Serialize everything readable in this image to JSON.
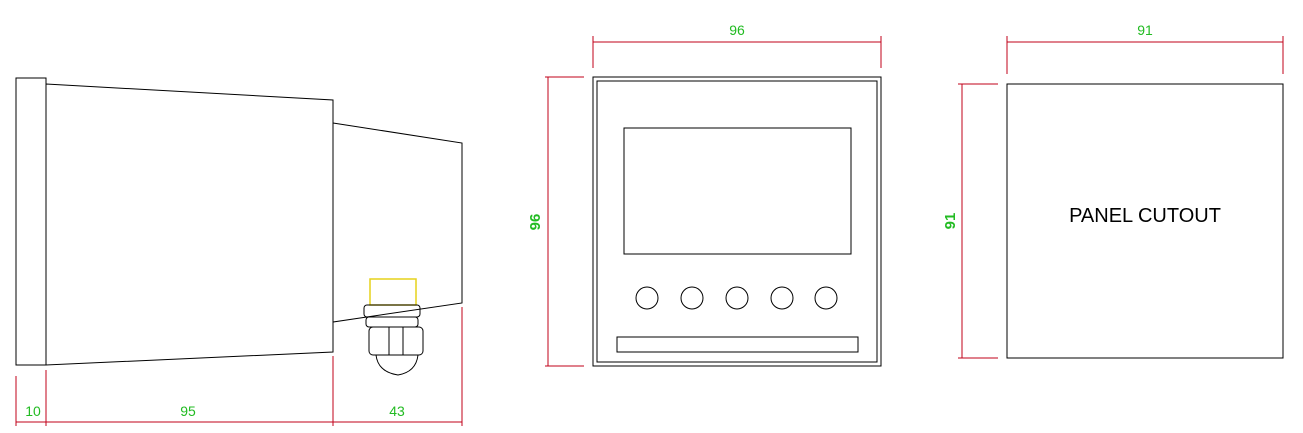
{
  "side_view": {
    "dims": {
      "flange": "10",
      "body": "95",
      "rear": "43"
    }
  },
  "front_view": {
    "dims": {
      "width": "96",
      "height": "96"
    },
    "buttons": [
      {
        "name": "button-1"
      },
      {
        "name": "button-2"
      },
      {
        "name": "button-3"
      },
      {
        "name": "button-4"
      },
      {
        "name": "button-5"
      }
    ]
  },
  "cutout_view": {
    "label": "PANEL CUTOUT",
    "dims": {
      "width": "91",
      "height": "91"
    }
  },
  "colors": {
    "outline": "#000000",
    "dimension_line": "#c0001a",
    "dimension_text": "#22bb22",
    "cable_gland_highlight": "#e6d21a"
  }
}
